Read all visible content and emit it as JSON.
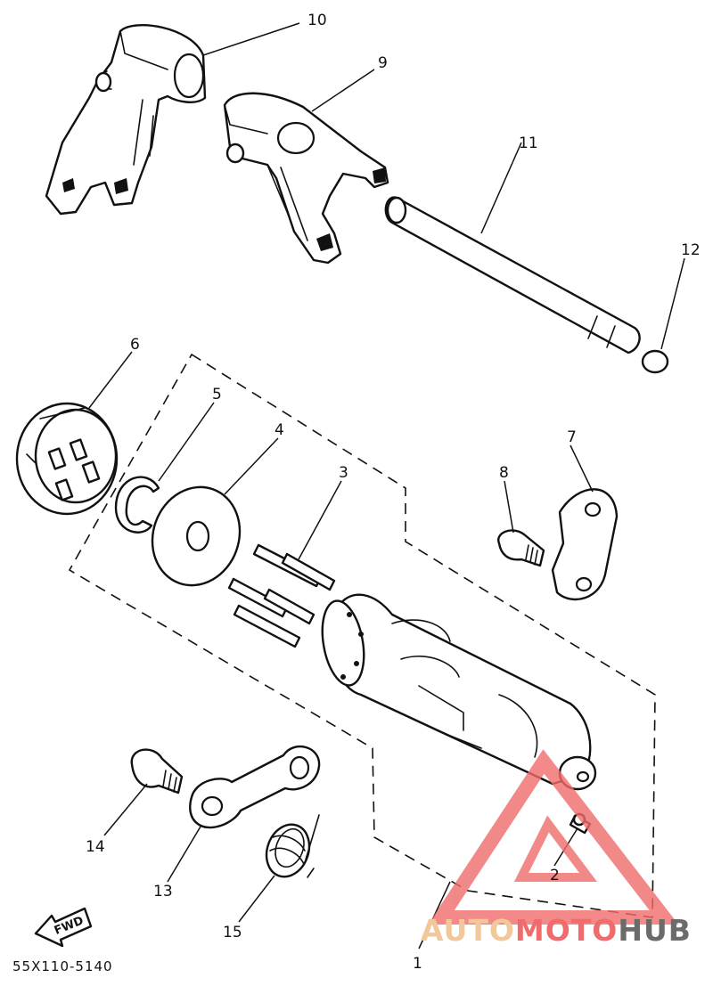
{
  "callouts": [
    {
      "id": "1",
      "label": "1"
    },
    {
      "id": "2",
      "label": "2"
    },
    {
      "id": "3",
      "label": "3"
    },
    {
      "id": "4",
      "label": "4"
    },
    {
      "id": "5",
      "label": "5"
    },
    {
      "id": "6",
      "label": "6"
    },
    {
      "id": "7",
      "label": "7"
    },
    {
      "id": "8",
      "label": "8"
    },
    {
      "id": "9",
      "label": "9"
    },
    {
      "id": "10",
      "label": "10"
    },
    {
      "id": "11",
      "label": "11"
    },
    {
      "id": "12",
      "label": "12"
    },
    {
      "id": "13",
      "label": "13"
    },
    {
      "id": "14",
      "label": "14"
    },
    {
      "id": "15",
      "label": "15"
    }
  ],
  "diagram_code": "55X110-5140",
  "fwd_label": "FWD",
  "watermark": {
    "part1": "AUTO",
    "part2": "MOTO",
    "part3": "HUB",
    "color_triangle": "#f06c6c",
    "color_auto": "#f2c89a",
    "color_hub": "#6b6b6b"
  }
}
